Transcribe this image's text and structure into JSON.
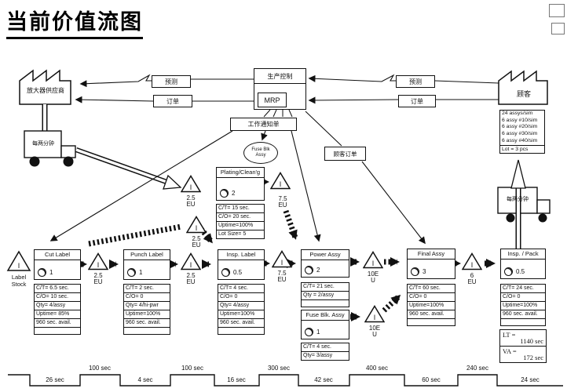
{
  "title": "当前价值流图",
  "supplier": {
    "name": "放大器供应商",
    "truck": "每两分钟"
  },
  "customer": {
    "name": "顾客",
    "truck": "每两分钟",
    "demand": [
      "24 assys/sim",
      "6 assy #10/sim",
      "6 assy #20/sim",
      "6 assy #30/sim",
      "6 assy #40/sim"
    ],
    "lot": "Lot = 3 pcs"
  },
  "control": {
    "title": "生产控制",
    "mrp": "MRP"
  },
  "info": {
    "forecast_left": "预测",
    "order_left": "订单",
    "forecast_right": "预测",
    "order_right": "订单",
    "work_order": "工作通知单",
    "customer_order": "顾客订单",
    "fuse_note_line1": "Fuse Blk",
    "fuse_note_line2": "Assy"
  },
  "label_stock": {
    "symbol": "I",
    "text": "Label Stock"
  },
  "plating": {
    "title": "Plating/Clean'g",
    "operators": "2",
    "rows": [
      "C/T=  15 sec.",
      "C/O=  20 sec.",
      "Uptime=100%",
      "Lot Size= 5"
    ]
  },
  "processes": [
    {
      "title": "Cut Label",
      "operators": "1",
      "rows": [
        "C/T=  6.5 sec.",
        "C/O=  10 sec.",
        "Qty=  4/assy",
        "Uptime= 85%",
        "960 sec. avail."
      ]
    },
    {
      "title": "Punch Label",
      "operators": "1",
      "rows": [
        "C/T=  2 sec.",
        "C/O=  0",
        "Qty=  4/hi-pwr",
        "Uptime=100%",
        "960 sec. avail."
      ]
    },
    {
      "title": "Insp. Label",
      "operators": "0.5",
      "rows": [
        "C/T=  4 sec.",
        "C/O=  0",
        "Qty=  4/assy",
        "Uptime=100%",
        "960 sec. avail."
      ]
    },
    {
      "title": "Power Assy",
      "operators": "2",
      "rows": [
        "C/T=  21 sec.",
        "Qty =  2/assy"
      ]
    },
    {
      "title": "Fuse Blk. Assy",
      "operators": "1",
      "rows": [
        "C/T=  4 sec.",
        "Qty=  3/assy"
      ]
    },
    {
      "title": "Final Assy",
      "operators": "3",
      "rows": [
        "C/T=  60 sec.",
        "C/O=  0",
        "Uptime=100%",
        "960 sec. avail."
      ]
    },
    {
      "title": "Insp. / Pack",
      "operators": "0.5",
      "rows": [
        "C/T=  24 sec.",
        "C/O=  0",
        "Uptime=100%",
        "960 sec. avail."
      ]
    }
  ],
  "inventories": [
    {
      "symbol": "I",
      "qty": "2.5 EU"
    },
    {
      "symbol": "I",
      "qty": "2.5 EU"
    },
    {
      "symbol": "I",
      "qty": "7.5 EU"
    },
    {
      "symbol": "I",
      "qty": "2.5 EU"
    },
    {
      "symbol": "I",
      "qty": "2.5 EU"
    },
    {
      "symbol": "I",
      "qty": "7.5 EU"
    },
    {
      "symbol": "I",
      "qty": "10E U"
    },
    {
      "symbol": "I",
      "qty": "10E U"
    },
    {
      "symbol": "I",
      "qty": "6 EU"
    }
  ],
  "summary": {
    "lt_label": "LT =",
    "lt_value": "1140 sec",
    "va_label": "VA =",
    "va_value": "172 sec"
  },
  "timeline": {
    "labels": [
      "26 sec",
      "100 sec",
      "4 sec",
      "100 sec",
      "16 sec",
      "300 sec",
      "42 sec",
      "400 sec",
      "60 sec",
      "240 sec",
      "24 sec"
    ]
  }
}
